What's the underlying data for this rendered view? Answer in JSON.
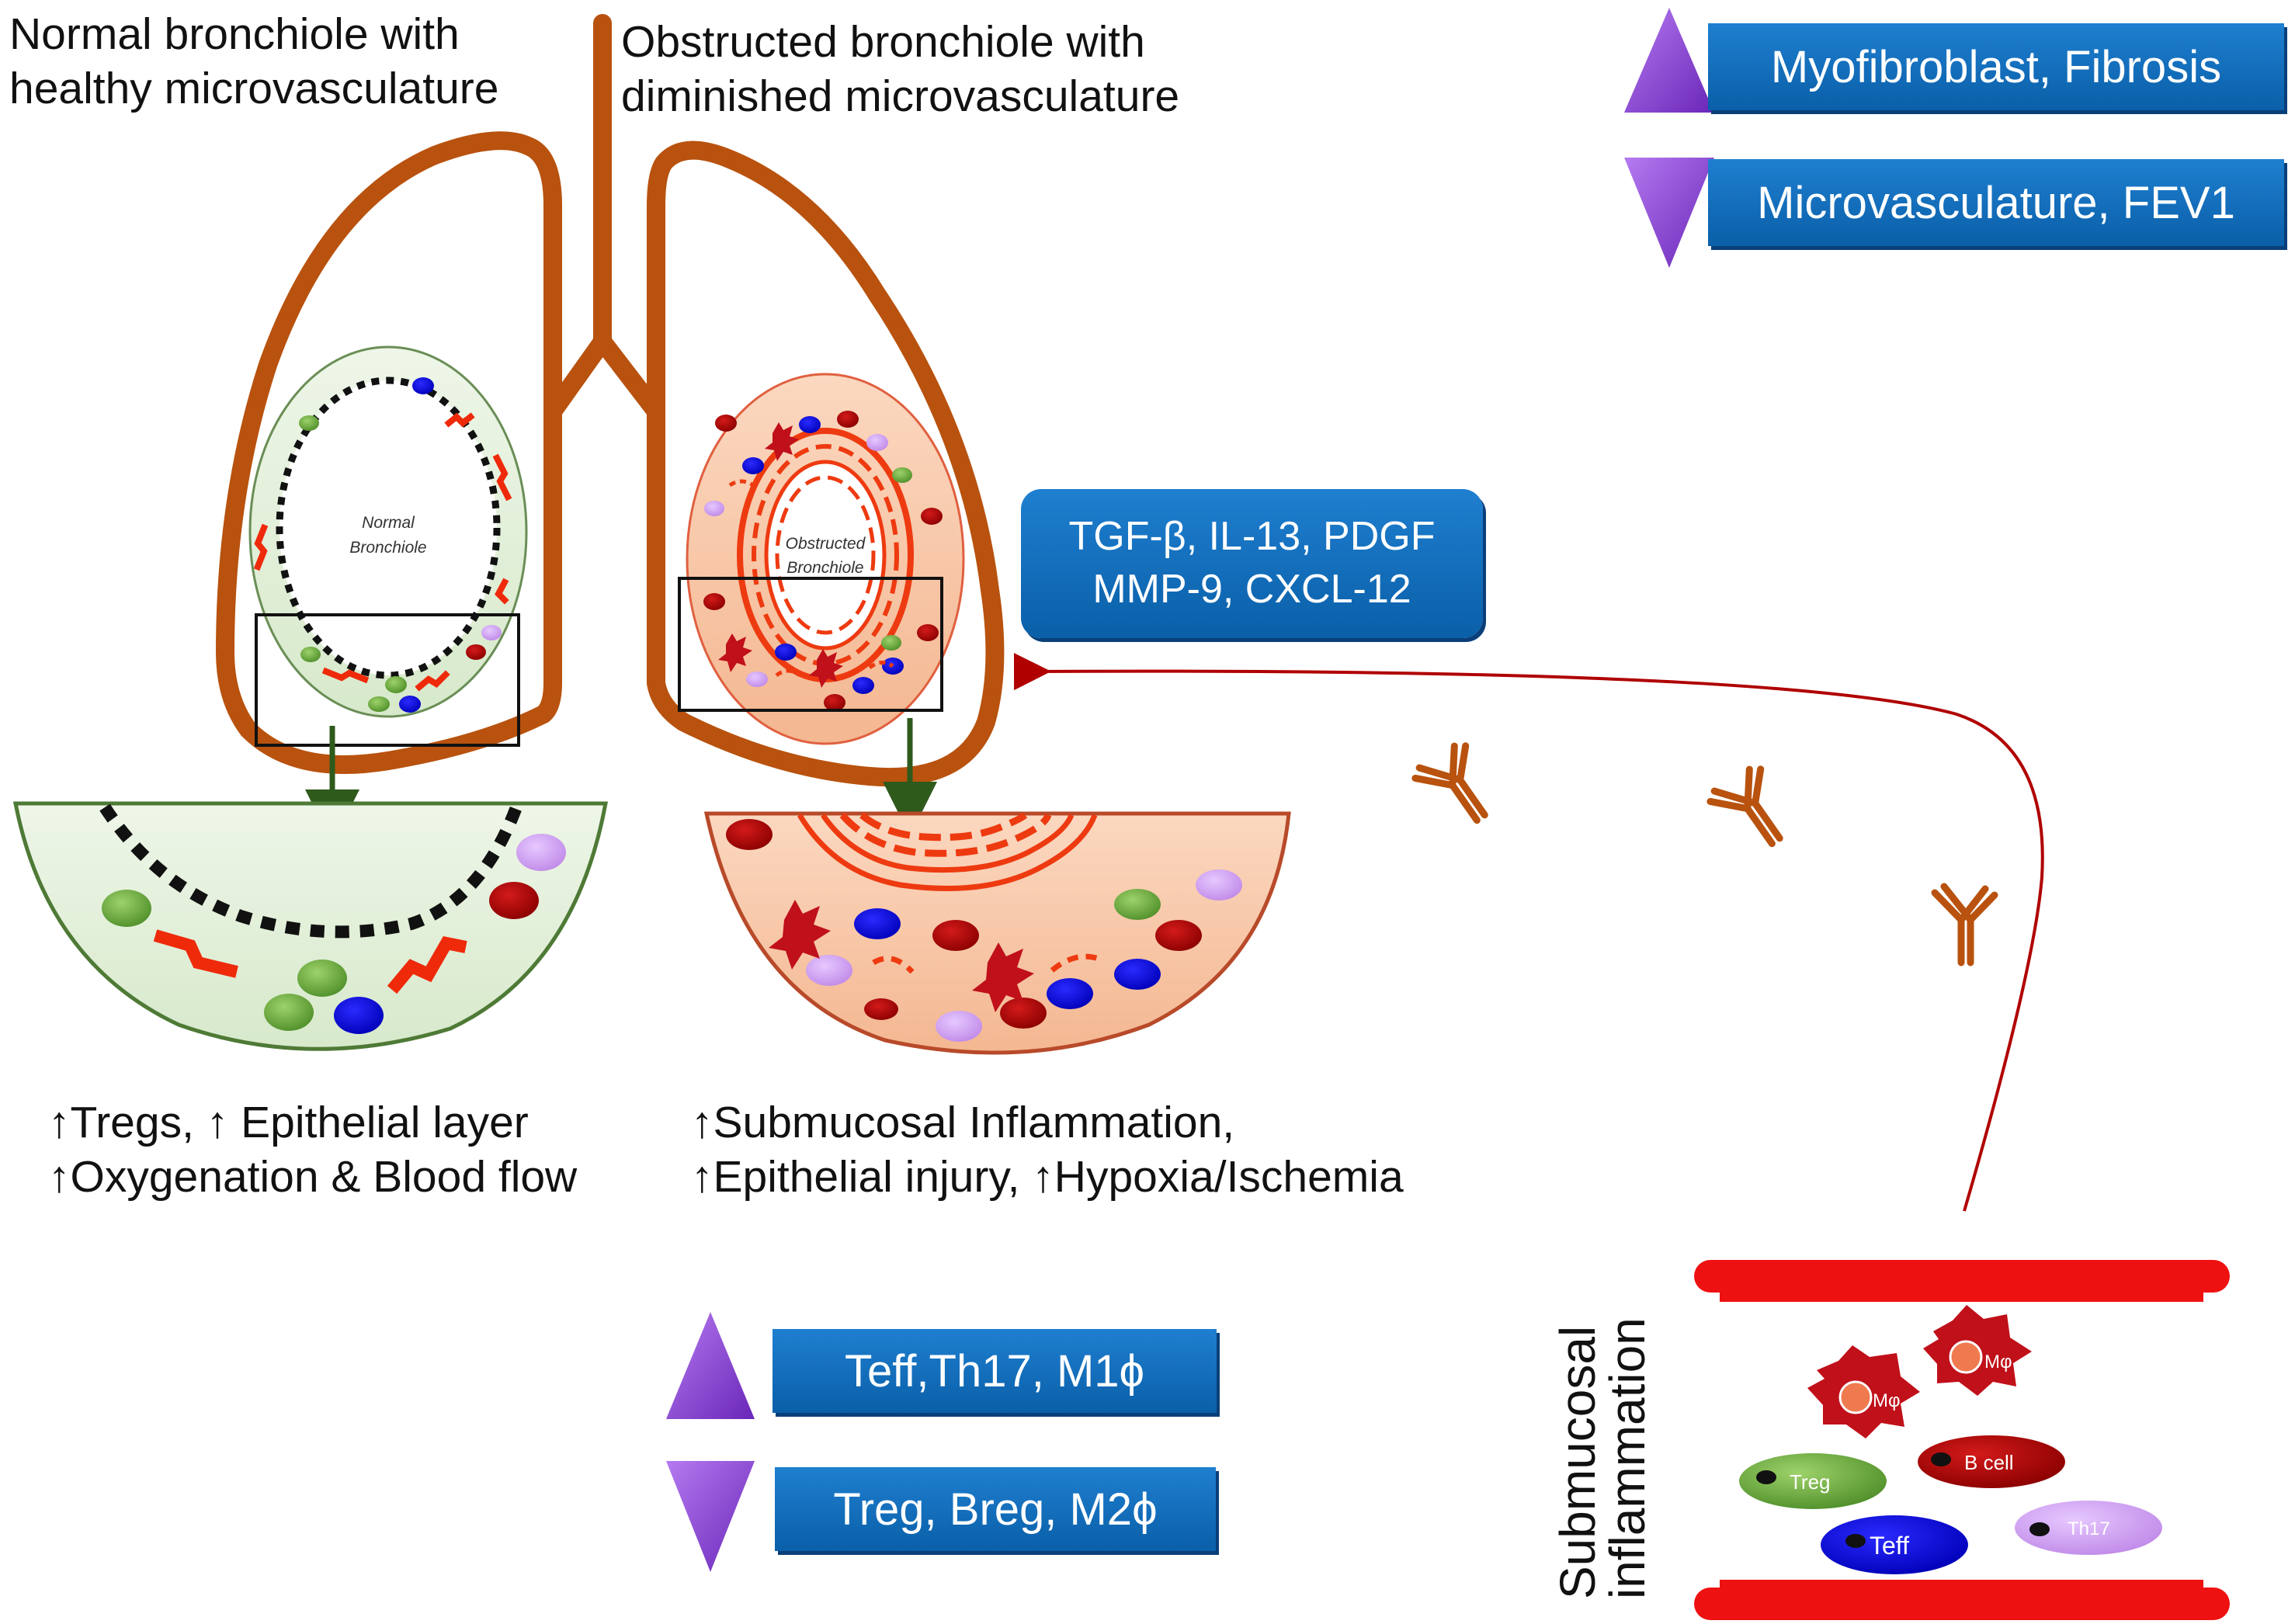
{
  "titles": {
    "normal_line1": "Normal bronchiole with",
    "normal_line2": "healthy microvasculature",
    "obstructed_line1": "Obstructed bronchiole with",
    "obstructed_line2": "diminished microvasculature"
  },
  "labels": {
    "normal_bronchiole_1": "Normal",
    "normal_bronchiole_2": "Bronchiole",
    "obstructed_bronchiole_1": "Obstructed",
    "obstructed_bronchiole_2": "Bronchiole"
  },
  "outcomes": {
    "normal_line1": "↑Tregs, ↑ Epithelial layer",
    "normal_line2": "↑Oxygenation & Blood flow",
    "obstructed_line1": "↑Submucosal Inflammation,",
    "obstructed_line2": "↑Epithelial injury, ↑Hypoxia/Ischemia"
  },
  "boxes": {
    "up_top": "Myofibroblast, Fibrosis",
    "down_top": "Microvasculature, FEV1",
    "cytokines_line1": "TGF-β, IL-13, PDGF",
    "cytokines_line2": "MMP-9, CXCL-12",
    "up_bottom": "Teff,Th17, M1ϕ",
    "down_bottom": "Treg, Breg, M2ϕ"
  },
  "inflammation": {
    "title_line1": "Submucosal",
    "title_line2": "inflammation",
    "macrophage_1": "Mφ",
    "macrophage_2": "Mφ",
    "b_cell": "B cell",
    "treg": "Treg",
    "teff": "Teff",
    "th17": "Th17"
  },
  "colors": {
    "lung_outline": "#b8520e",
    "box_blue": "#1274c4",
    "arrow_purple": "#8a3fd6",
    "vessel_red": "#ee1111",
    "normal_tissue": "#e4f0dc",
    "obstructed_tissue": "#f8c9a8",
    "curve_arrow": "#b00000"
  }
}
